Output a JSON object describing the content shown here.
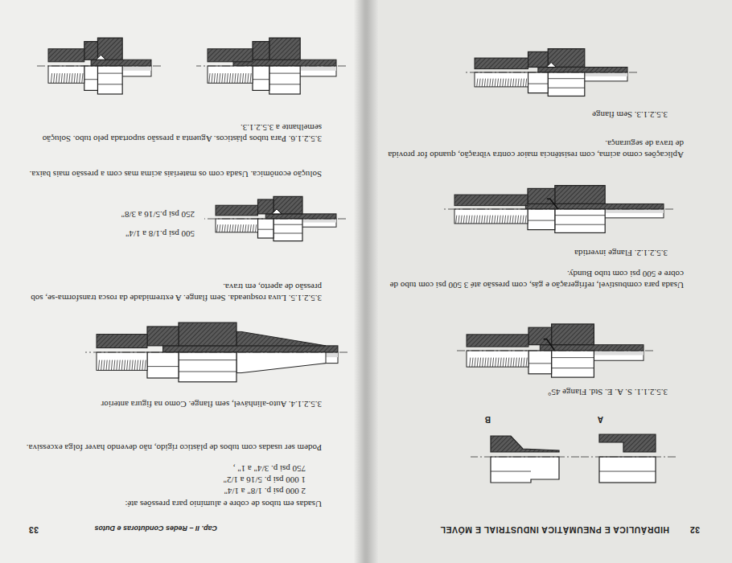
{
  "diagram": {
    "labels": [
      "32",
      "HIDRÁULICA E PNEUMÁTICA INDUSTRIAL E MÓVEL",
      "A",
      "B",
      "3.5.2.1.1. S. A. E. Std. Flange 45°",
      "Usada para combustível, refrigeração e gás, com pressão até 3 500 psi com tubo de cobre e 500 psi com tubo Bundy.",
      "3.5.2.1.2. Flange invertida",
      "Aplicações como acima, com resistência maior contra vibração, quando for provida de trava de segurança.",
      "3.5.2.1.3. Sem flange",
      "Cap. II – Redes Condutoras e Dutos",
      "33",
      "Usadas em tubos de cobre e alumínio para pressões até:",
      "2 000 psi p. 1/8\" a 1/4\"",
      "1 000 psi p. 5/16 a 1/2\"",
      "750 psi p. 3/4\" a 1\" ,",
      "Podem ser usadas com tubos de plástico rígido, não devendo haver folga excessiva.",
      "3.5.2.1.4. Auto-alinhável, sem flange. Como na figura anterior",
      "3.5.2.1.5. Luva rosqueada. Sem flange. A extremidade da rosca transforma-se, sob pressão de aperto, em trava.",
      "500 psi p.1/8 a 1/4\"",
      "250 psi p.5/16 a 3/8\"",
      "Solução econômica. Usada com os materiais acima mas com a pressão mais baixa.",
      "3.5.2.1.6. Para tubos plásticos. Aguenta a pressão suportada pelo tubo. Solução semelhante a 3.5.2.1.3."
    ]
  }
}
